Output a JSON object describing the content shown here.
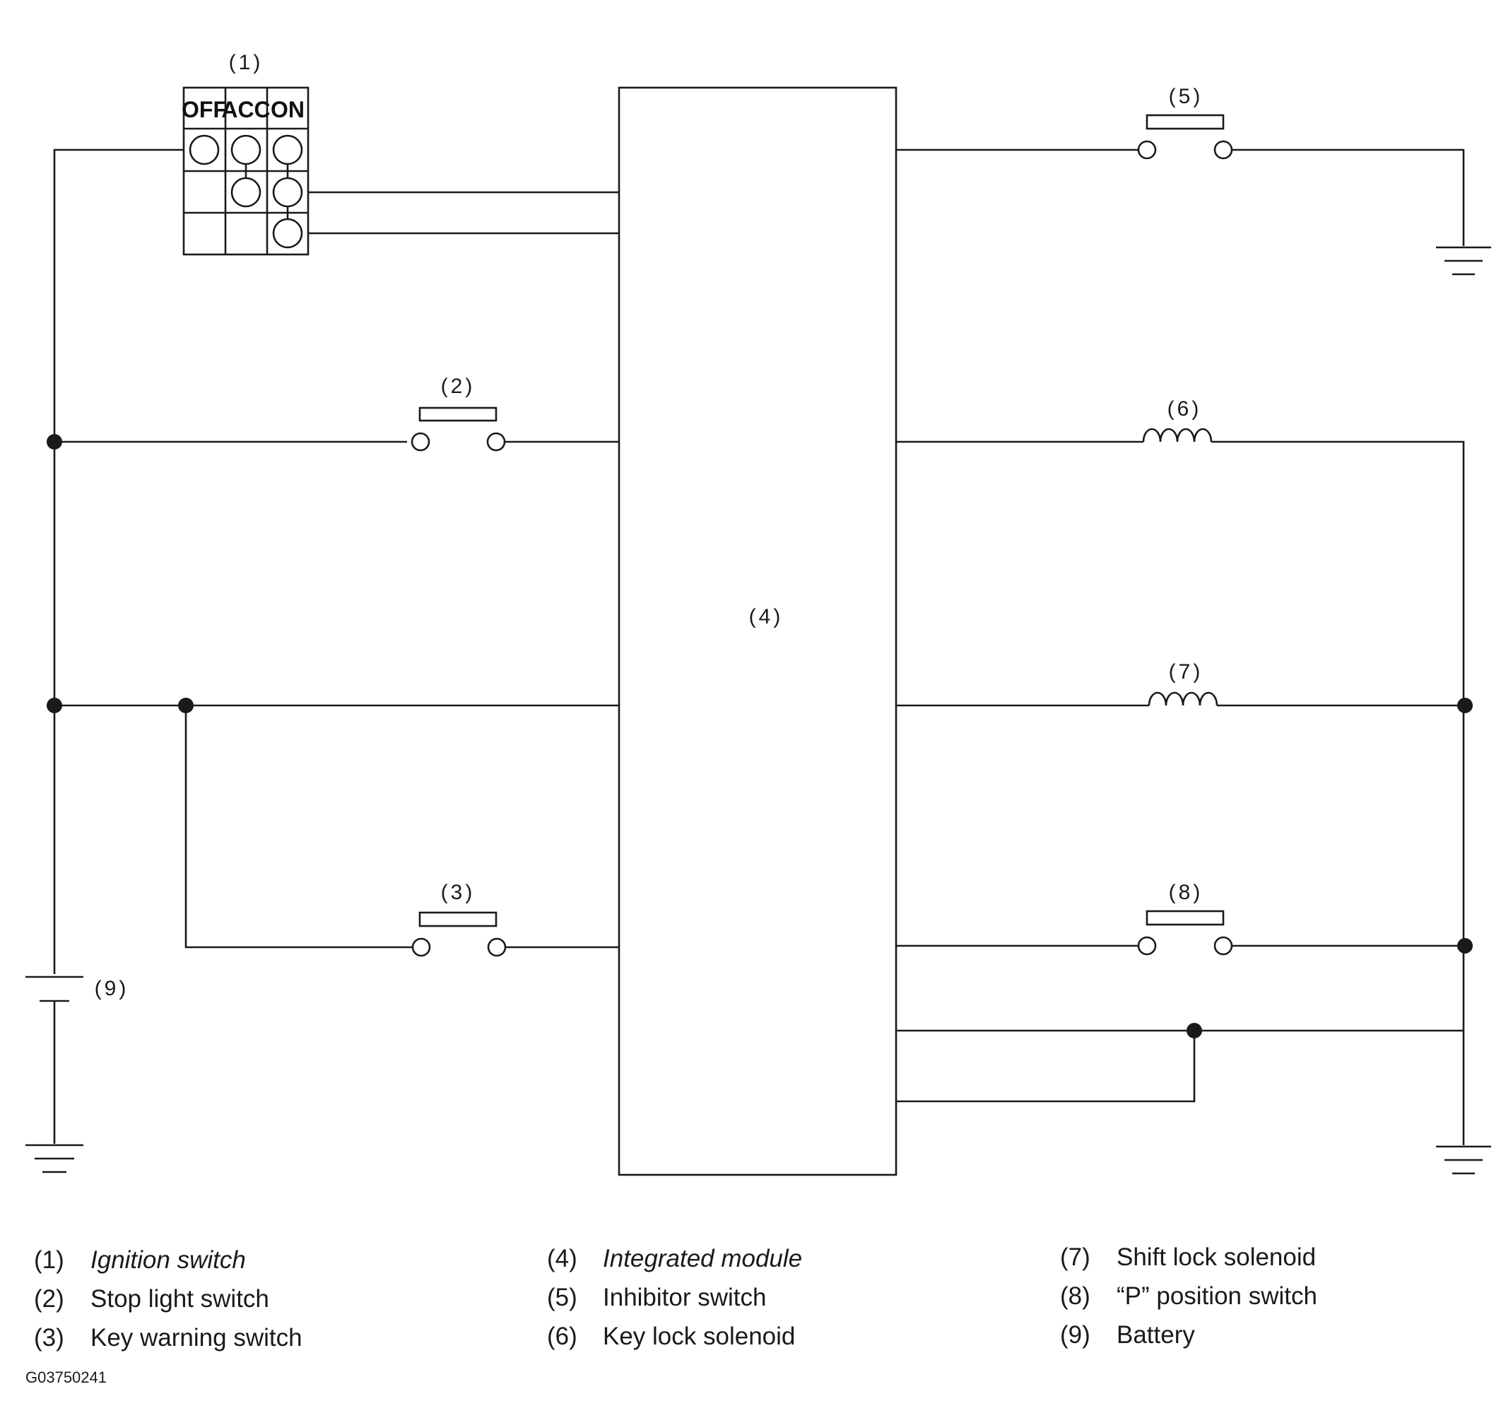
{
  "components": {
    "c1": "(1)",
    "c2": "(2)",
    "c3": "(3)",
    "c4": "(4)",
    "c5": "(5)",
    "c6": "(6)",
    "c7": "(7)",
    "c8": "(8)",
    "c9": "(9)"
  },
  "ignition_switch": {
    "positions": [
      "OFF",
      "ACC",
      "ON"
    ]
  },
  "legend": [
    {
      "num": "(1)",
      "name": "Ignition switch",
      "italic": true
    },
    {
      "num": "(2)",
      "name": "Stop light switch",
      "italic": false
    },
    {
      "num": "(3)",
      "name": "Key warning switch",
      "italic": false
    },
    {
      "num": "(4)",
      "name": "Integrated module",
      "italic": true
    },
    {
      "num": "(5)",
      "name": "Inhibitor switch",
      "italic": false
    },
    {
      "num": "(6)",
      "name": "Key lock solenoid",
      "italic": false
    },
    {
      "num": "(7)",
      "name": "Shift lock solenoid",
      "italic": false
    },
    {
      "num": "(8)",
      "name": "“P” position switch",
      "italic": false
    },
    {
      "num": "(9)",
      "name": "Battery",
      "italic": false
    }
  ],
  "figure_code": "G03750241"
}
